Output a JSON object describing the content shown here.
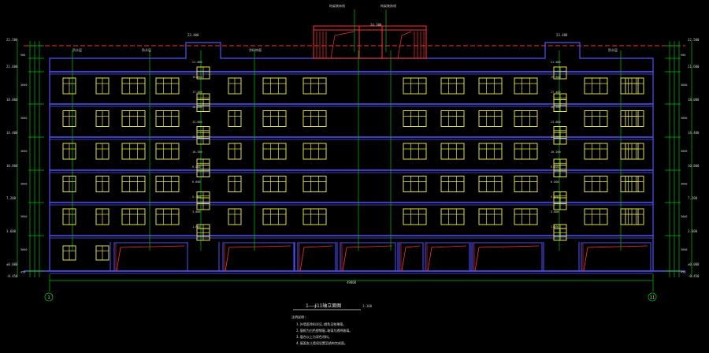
{
  "title": "1——∳11轴立面图",
  "title_scale": "1:100",
  "notes_heading": "注明说明:",
  "notes": [
    "1.外墙面涂料详见,颜色见效果图。",
    "2.窗框为白色塑钢窗,玻璃为透明玻璃。",
    "3.窗台以上为深色涂料。",
    "4.屋面女儿墙须设置至结构完成面。"
  ],
  "overall_dimension": "49800",
  "axis_left": "1",
  "axis_right": "11",
  "colors": {
    "wall": "#5050ff",
    "window": "#e0e040",
    "aux": "#00c000",
    "red": "#ff3030",
    "dim": "#cfcfcf"
  },
  "top_labels": [
    "构架装饰线",
    "构架装饰线"
  ],
  "roof_labels": [
    "防水层",
    "防水层",
    "涂料饰面",
    "防水层"
  ],
  "level_marks_left": [
    "22.500",
    "21.600",
    "18.000",
    "14.400",
    "10.800",
    "7.200",
    "3.600",
    "±0.000",
    "-0.450"
  ],
  "level_marks_right": [
    "22.500",
    "21.600",
    "18.000",
    "14.400",
    "10.800",
    "7.200",
    "3.600",
    "±0.000",
    "-0.450"
  ],
  "tower_labels": [
    "23.400",
    "24.300",
    "23.400"
  ],
  "stair_levels": [
    "21.000",
    "19.800",
    "17.400",
    "16.200",
    "13.800",
    "12.600",
    "10.200",
    "9.000",
    "6.600",
    "5.400",
    "3.000",
    "1.800"
  ],
  "floor_heights": [
    "900",
    "3600",
    "3600",
    "3600",
    "3600",
    "3600",
    "3600",
    "450"
  ]
}
